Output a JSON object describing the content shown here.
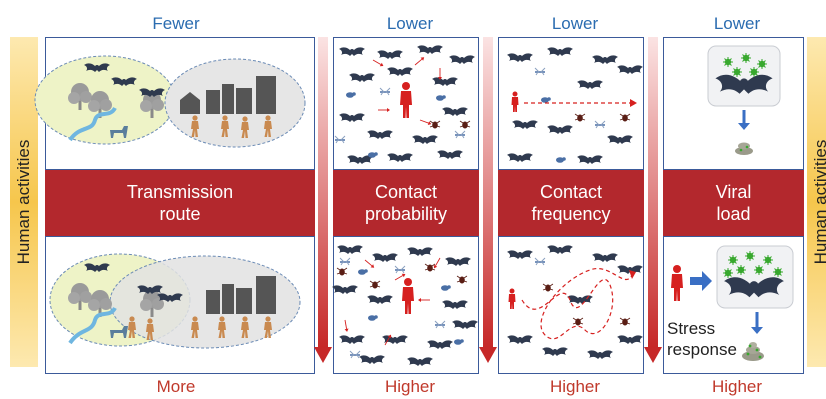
{
  "side_label": "Human activities",
  "columns": [
    {
      "id": "transmission",
      "top": "Fewer",
      "bottom": "More",
      "bar": [
        "Transmission",
        "route"
      ]
    },
    {
      "id": "probability",
      "top": "Lower",
      "bottom": "Higher",
      "bar": [
        "Contact",
        "probability"
      ]
    },
    {
      "id": "frequency",
      "top": "Lower",
      "bottom": "Higher",
      "bar": [
        "Contact",
        "frequency"
      ]
    },
    {
      "id": "viral",
      "top": "Lower",
      "bottom": "Higher",
      "bar": [
        "Viral",
        "load"
      ]
    }
  ],
  "stress_response": [
    "Stress",
    "response"
  ],
  "colors": {
    "blue_text": "#2b6cb0",
    "red_text": "#c0392b",
    "red_bar": "#b3282d",
    "panel_border": "#3b5a9a",
    "side_bar": "#f6c64c",
    "human": "#d6201f",
    "bat": "#2f3a4f",
    "wild_area": "#eef3c7",
    "urban_area": "#e6e6e6",
    "virus": "#38a82e"
  },
  "icons": [
    "bat-icon",
    "human-icon",
    "mosquito-icon",
    "rodent-icon",
    "tick-icon",
    "tree-icon",
    "building-icon",
    "virus-icon",
    "feces-icon"
  ]
}
